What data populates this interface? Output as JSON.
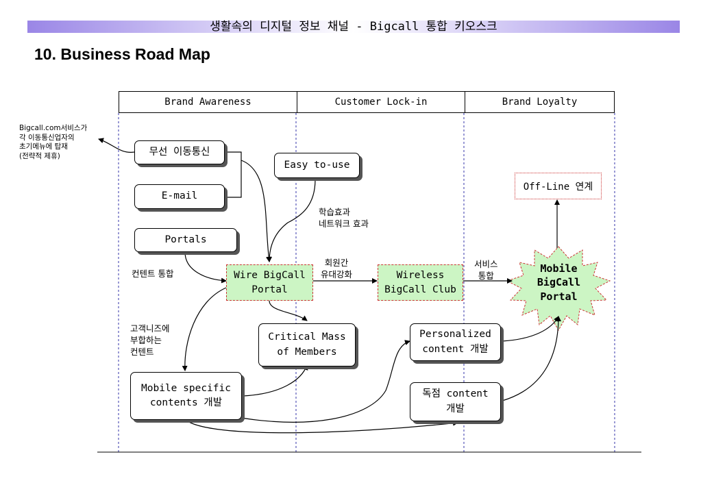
{
  "header": {
    "band_text": "생활속의 디지털 정보 채널 - Bigcall 통합 키오스크",
    "title": "10. Business Road Map"
  },
  "phases": [
    "Brand Awareness",
    "Customer Lock-in",
    "Brand Loyalty"
  ],
  "boxes": {
    "mobile_telecom": "무선 이동통신",
    "email": "E-mail",
    "portals": "Portals",
    "easy_to_use": "Easy to-use",
    "wire_portal": "Wire BigCall\nPortal",
    "wireless_club": "Wireless\nBigCall Club",
    "critical_mass": "Critical Mass\nof Members",
    "mobile_specific": "Mobile specific\ncontents 개발",
    "personalized": "Personalized\ncontent 개발",
    "exclusive": "독점 content\n개발",
    "offline": "Off-Line 연계",
    "mobile_portal": "Mobile\nBigCall\nPortal"
  },
  "labels": {
    "bigcall_note": "Bigcall.com서비스가\n각 이동통신업자의\n초기메뉴에 탑재\n(전략적 제휴)",
    "learning_effect": "학습효과\n네트워크 효과",
    "content_integration": "컨텐트 통합",
    "member_bond": "회원간\n유대강화",
    "service_integration": "서비스\n통합",
    "customer_needs": "고객니즈에\n부합하는\n컨텐트"
  },
  "colors": {
    "band_accent": "#9a86e6",
    "portal_fill": "#ccf5c4",
    "dashed_border": "#cc3333",
    "divider": "#3333aa"
  }
}
